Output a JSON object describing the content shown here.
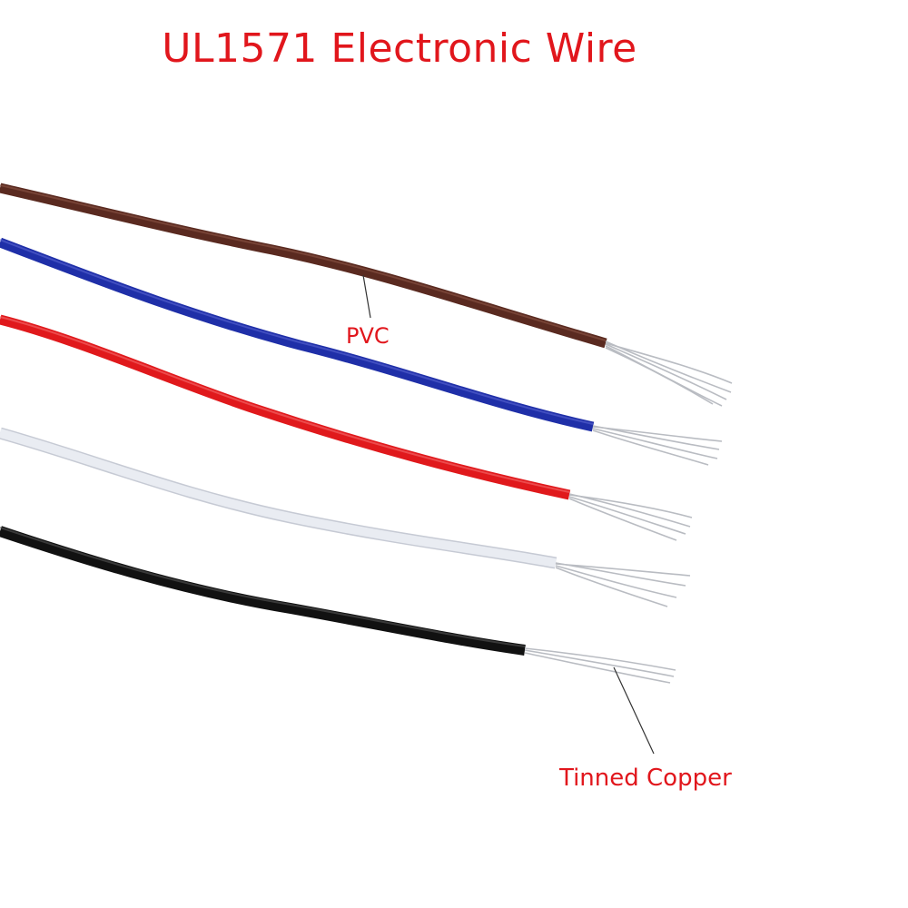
{
  "title": "UL1571 Electronic Wire",
  "labels": {
    "insulation": "PVC",
    "conductor": "Tinned Copper"
  },
  "colors": {
    "title_text": "#e1161c",
    "label_text": "#e1161c",
    "wire_brown": "#5a2a20",
    "wire_blue": "#1f2fa8",
    "wire_red": "#e0191c",
    "wire_white": "#e9ecf2",
    "wire_black": "#111111",
    "strand_silver": "#b9bcc2"
  },
  "wires": [
    {
      "name": "brown",
      "color_key": "wire_brown"
    },
    {
      "name": "blue",
      "color_key": "wire_blue"
    },
    {
      "name": "red",
      "color_key": "wire_red"
    },
    {
      "name": "white",
      "color_key": "wire_white"
    },
    {
      "name": "black",
      "color_key": "wire_black"
    }
  ]
}
